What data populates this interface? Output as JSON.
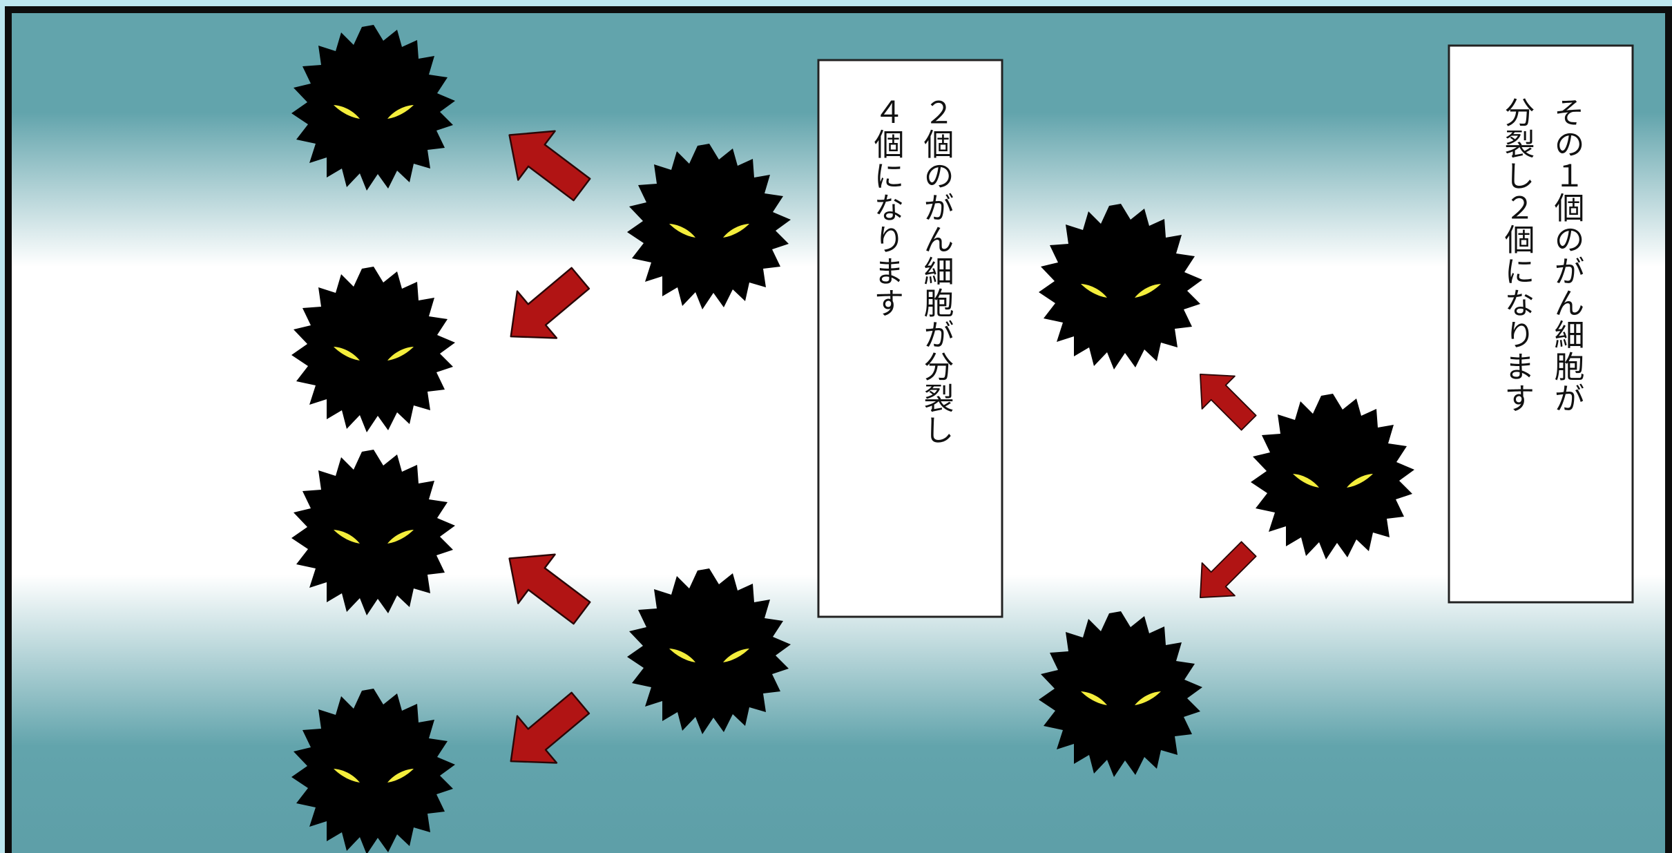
{
  "panel": {
    "colors": {
      "background_dark": "#62a4ac",
      "background_light": "#ffffff",
      "frame": "#0d0d0d",
      "cell_body": "#000000",
      "cell_eye": "#f4ee3c",
      "arrow_fill": "#b11414",
      "arrow_outline": "#2a0606",
      "caption_bg": "#ffffff",
      "caption_border": "#222222"
    }
  },
  "captions": {
    "right": {
      "line1": "その１個のがん細胞が",
      "line2": "分裂し２個になります"
    },
    "middle": {
      "line1": "２個のがん細胞が分裂し",
      "line2": "４個になります"
    }
  },
  "illustration": {
    "cells": [
      {
        "name": "parent-cell",
        "icon": "cancer-cell-icon"
      },
      {
        "name": "generation-1-cell-top",
        "icon": "cancer-cell-icon"
      },
      {
        "name": "generation-1-cell-bottom",
        "icon": "cancer-cell-icon"
      },
      {
        "name": "generation-2-cell-1",
        "icon": "cancer-cell-icon"
      },
      {
        "name": "generation-2-cell-2",
        "icon": "cancer-cell-icon"
      },
      {
        "name": "generation-2-cell-3",
        "icon": "cancer-cell-icon"
      },
      {
        "name": "generation-2-cell-4",
        "icon": "cancer-cell-icon"
      }
    ],
    "arrows": [
      {
        "name": "division-arrow-upper-left",
        "icon": "arrow-icon"
      },
      {
        "name": "division-arrow-lower-left",
        "icon": "arrow-icon"
      }
    ]
  }
}
